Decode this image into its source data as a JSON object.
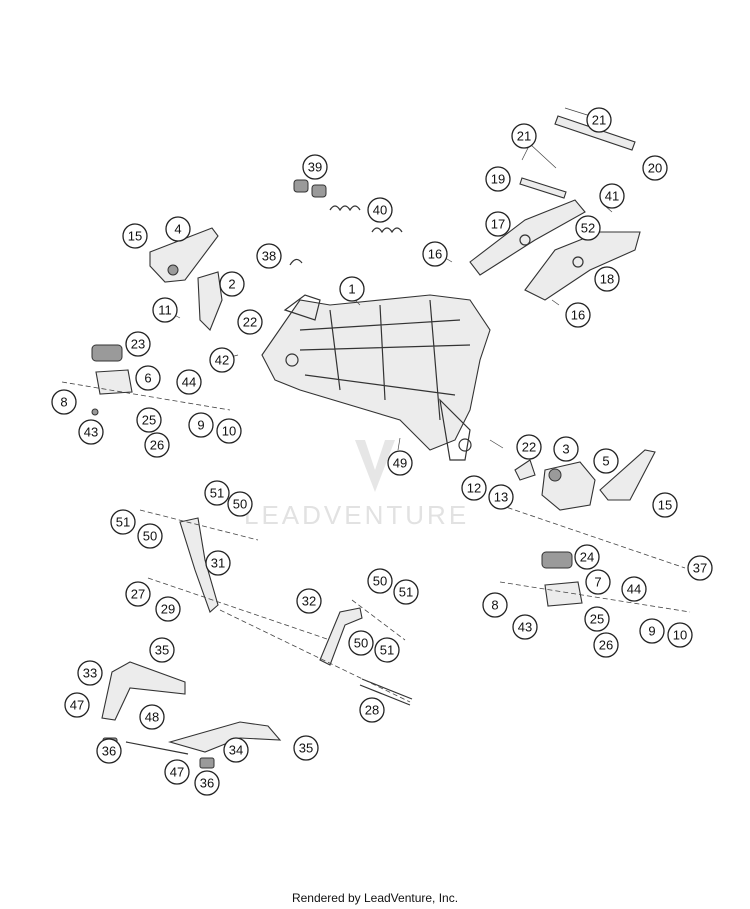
{
  "watermark": "LEADVENTURE",
  "footer": "Rendered by LeadVenture, Inc.",
  "callouts": [
    "21",
    "21",
    "20",
    "19",
    "41",
    "52",
    "17",
    "16",
    "18",
    "16",
    "39",
    "40",
    "38",
    "1",
    "4",
    "15",
    "2",
    "11",
    "22",
    "42",
    "23",
    "6",
    "44",
    "8",
    "43",
    "25",
    "26",
    "9",
    "10",
    "22",
    "3",
    "5",
    "12",
    "13",
    "49",
    "15",
    "51",
    "50",
    "51",
    "50",
    "31",
    "27",
    "29",
    "24",
    "7",
    "44",
    "37",
    "32",
    "50",
    "51",
    "50",
    "51",
    "8",
    "43",
    "25",
    "26",
    "9",
    "10",
    "28",
    "35",
    "33",
    "47",
    "48",
    "34",
    "35",
    "36",
    "47",
    "36"
  ]
}
